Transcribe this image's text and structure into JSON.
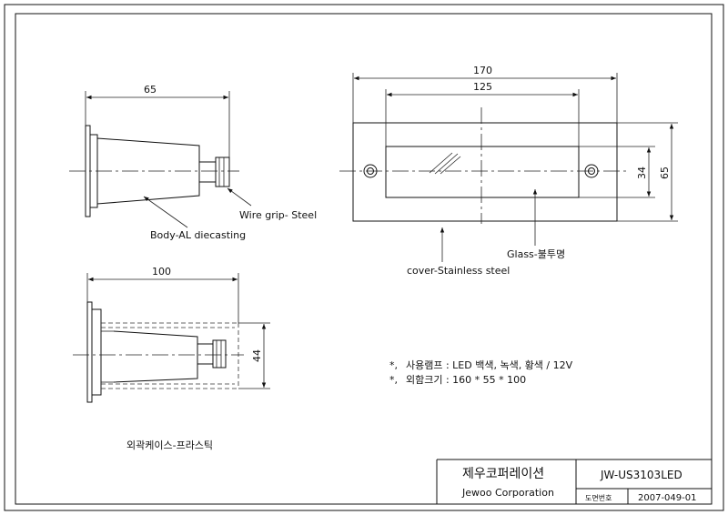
{
  "side_view": {
    "dim_length": "65",
    "label_wire_grip": "Wire grip- Steel",
    "label_body": "Body-AL diecasting"
  },
  "front_view": {
    "dim_width_outer": "170",
    "dim_width_inner": "125",
    "dim_height_inner": "34",
    "dim_height_outer": "65",
    "label_glass": "Glass-불투명",
    "label_cover": "cover-Stainless steel"
  },
  "section_view": {
    "dim_length": "100",
    "dim_height": "44",
    "label_case": "외곽케이스-프라스틱"
  },
  "notes": {
    "line1_mark": "*,",
    "line1_text": "사용램프 : LED  백색, 녹색, 황색 / 12V",
    "line2_mark": "*,",
    "line2_text": "외함크기 : 160  * 55 * 100"
  },
  "title_block": {
    "company_kr": "제우코퍼레이션",
    "company_en": "Jewoo Corporation",
    "model": "JW-US3103LED",
    "drawing_no_label": "도면번호",
    "drawing_no": "2007-049-01"
  }
}
